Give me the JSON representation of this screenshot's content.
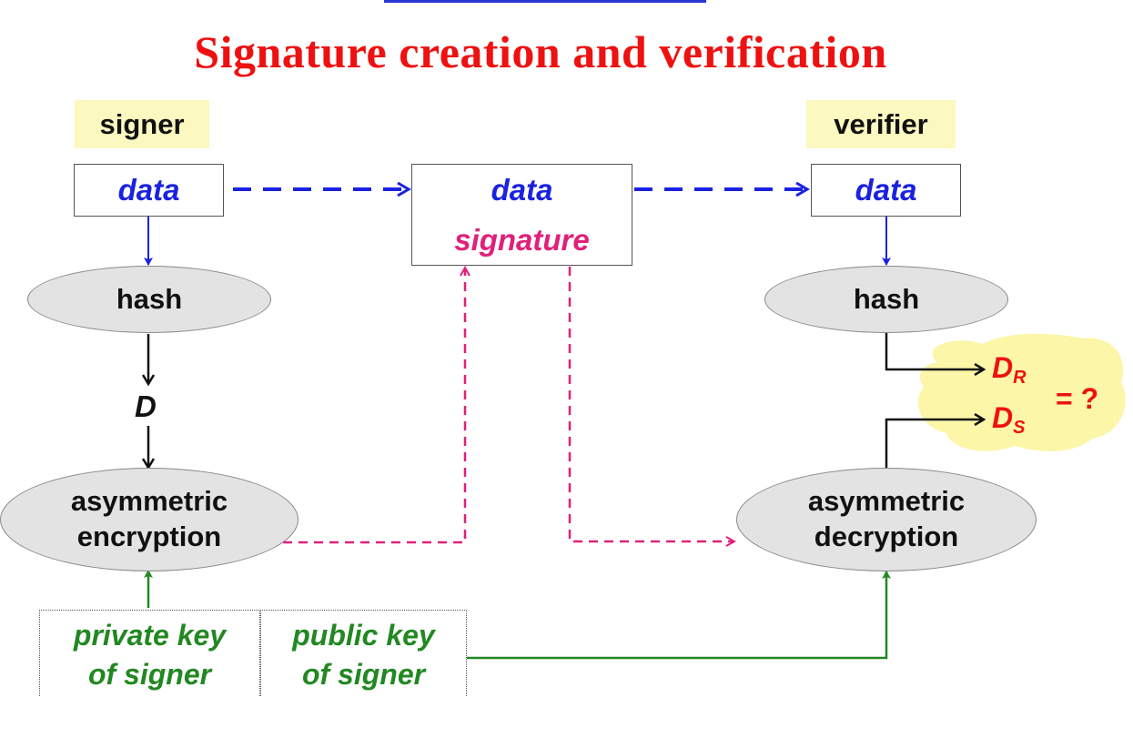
{
  "title": "Signature creation and verification",
  "roles": {
    "signer": "signer",
    "verifier": "verifier"
  },
  "boxes": {
    "signer_data": "data",
    "packet_data": "data",
    "packet_signature": "signature",
    "verifier_data": "data"
  },
  "nodes": {
    "signer_hash": "hash",
    "verifier_hash": "hash",
    "digest": "D",
    "encryption_line1": "asymmetric",
    "encryption_line2": "encryption",
    "decryption_line1": "asymmetric",
    "decryption_line2": "decryption"
  },
  "keys": {
    "private_line1": "private key",
    "private_line2": "of signer",
    "public_line1": "public key",
    "public_line2": "of signer"
  },
  "comparison": {
    "dr_main": "D",
    "dr_sub": "R",
    "ds_main": "D",
    "ds_sub": "S",
    "question": "= ?"
  },
  "colors": {
    "title": "#ee1111",
    "data_flow": "#1a22e0",
    "signature_flow": "#e0207a",
    "key_flow": "#228822",
    "highlight": "#fbf8c0",
    "node_fill": "#e3e3e3"
  }
}
